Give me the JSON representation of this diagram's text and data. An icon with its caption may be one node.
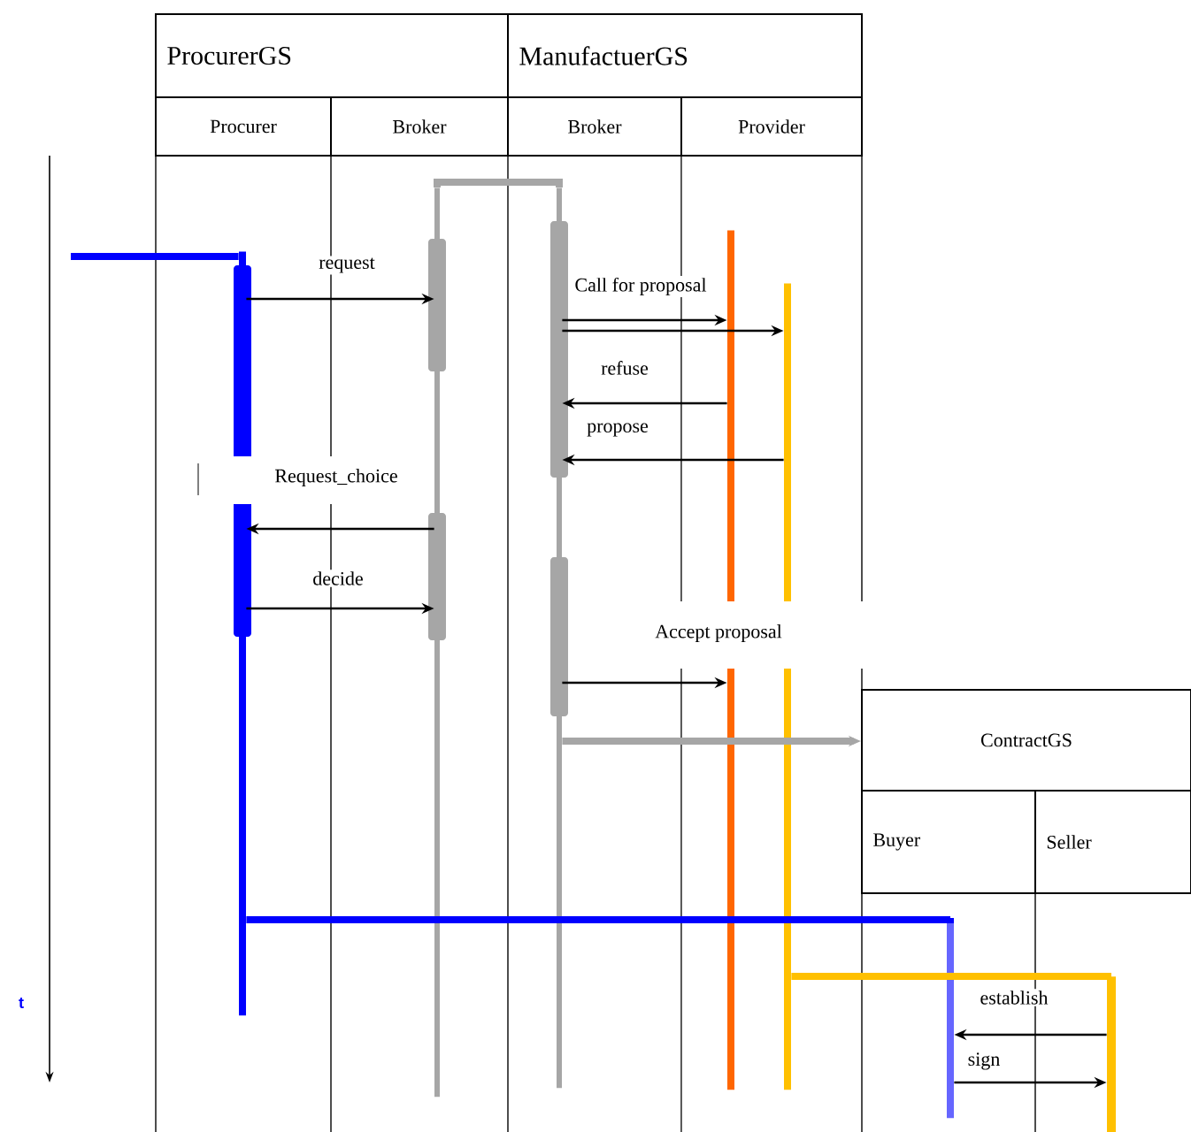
{
  "diagram": {
    "nodes": [
      {
        "text": [
          "ProcurerGS"
        ]
      },
      {
        "text": [
          "ManufactuerGS"
        ]
      },
      {
        "text": [
          "Procurer"
        ]
      },
      {
        "text": [
          "Broker"
        ]
      },
      {
        "text": [
          "Broker"
        ]
      },
      {
        "text": [
          "Provider"
        ]
      },
      {
        "text": [
          "ContractGS"
        ]
      },
      {
        "text": [
          "Buyer"
        ]
      },
      {
        "text": [
          "Seller"
        ]
      },
      {
        "text": [],
        "shape": "bar"
      },
      {
        "text": [],
        "shape": "bar"
      },
      {
        "text": [],
        "shape": "bar"
      },
      {
        "text": [],
        "shape": "bar"
      },
      {
        "text": [],
        "shape": "bar"
      },
      {
        "text": [],
        "shape": "bar"
      },
      {
        "text": [],
        "shape": "bar"
      }
    ],
    "edges": [
      {
        "from": null,
        "to": 9,
        "arrow": "none",
        "style": "thick",
        "color": "#0000ff"
      },
      {
        "from": 10,
        "to": 11,
        "arrow": "none",
        "style": "thick",
        "color": "#a6a6a6"
      },
      {
        "from": 9,
        "to": 10,
        "arrow": "to",
        "label": "request"
      },
      {
        "from": 11,
        "to": 13,
        "arrow": "to",
        "label": "Call for proposal"
      },
      {
        "from": 11,
        "to": 12,
        "arrow": "to"
      },
      {
        "from": 12,
        "to": 11,
        "arrow": "to",
        "label": "refuse"
      },
      {
        "from": 13,
        "to": 11,
        "arrow": "to",
        "label": "propose"
      },
      {
        "from": 10,
        "to": 9,
        "arrow": "to",
        "label": "Request_choice"
      },
      {
        "from": 9,
        "to": 10,
        "arrow": "to",
        "label": "decide"
      },
      {
        "from": 11,
        "to": 12,
        "arrow": "to",
        "label": "Accept proposal"
      },
      {
        "from": 11,
        "to": 6,
        "arrow": "to",
        "style": "thick",
        "color": "#a6a6a6"
      },
      {
        "from": 9,
        "to": 14,
        "arrow": "none",
        "style": "thick",
        "color": "#0000ff"
      },
      {
        "from": 13,
        "to": 15,
        "arrow": "none",
        "style": "thick",
        "color": "#ffc000"
      },
      {
        "from": 15,
        "to": 14,
        "arrow": "to",
        "label": "establish"
      },
      {
        "from": 14,
        "to": 15,
        "arrow": "to",
        "label": "sign"
      }
    ],
    "labels": [
      "t"
    ]
  }
}
